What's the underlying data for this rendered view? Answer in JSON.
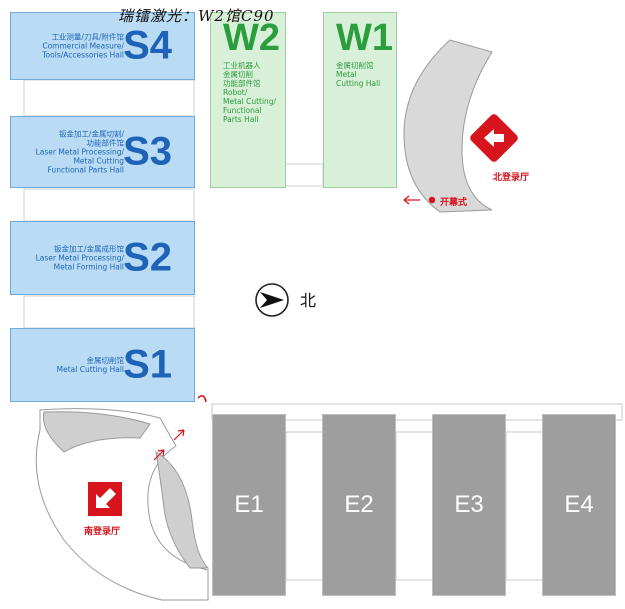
{
  "overlay_text": "瑞镭激光：W2馆C90",
  "halls_s": [
    {
      "code": "S4",
      "label_lines": [
        "工业测量/刀具/附件馆",
        "Commercial Measure/",
        "Tools/Accessories Hall"
      ]
    },
    {
      "code": "S3",
      "label_lines": [
        "钣金加工/金属切割/",
        "功能部件馆",
        "Laser Metal Processing/",
        "Metal Cutting",
        "Functional Parts Hall"
      ]
    },
    {
      "code": "S2",
      "label_lines": [
        "钣金加工/金属成形馆",
        "Laser Metal Processing/",
        "Metal Forming Hall"
      ]
    },
    {
      "code": "S1",
      "label_lines": [
        "金属切削馆",
        "Metal Cutting Hall"
      ]
    }
  ],
  "halls_w": [
    {
      "code": "W2",
      "label_lines": [
        "工业机器人",
        "金属切削",
        "功能部件馆",
        "Robot/",
        "Metal Cutting/",
        "Functional",
        "Parts Hall"
      ]
    },
    {
      "code": "W1",
      "label_lines": [
        "金属切削馆",
        "Metal",
        "Cutting Hall"
      ]
    }
  ],
  "halls_e": [
    {
      "code": "E1"
    },
    {
      "code": "E2"
    },
    {
      "code": "E3"
    },
    {
      "code": "E4"
    }
  ],
  "north_entrance": "北登录厅",
  "south_entrance": "南登录厅",
  "opening_ceremony": "开幕式",
  "north_label": "北",
  "colors": {
    "s_hall_fill": "#b9dcf4",
    "s_hall_text": "#1f63b8",
    "w_hall_fill": "#d8efd8",
    "w_hall_text": "#2a9d3d",
    "e_hall_fill": "#9e9e9e",
    "accent_red": "#d7141c",
    "lobby_gray": "#c9c9c9"
  }
}
